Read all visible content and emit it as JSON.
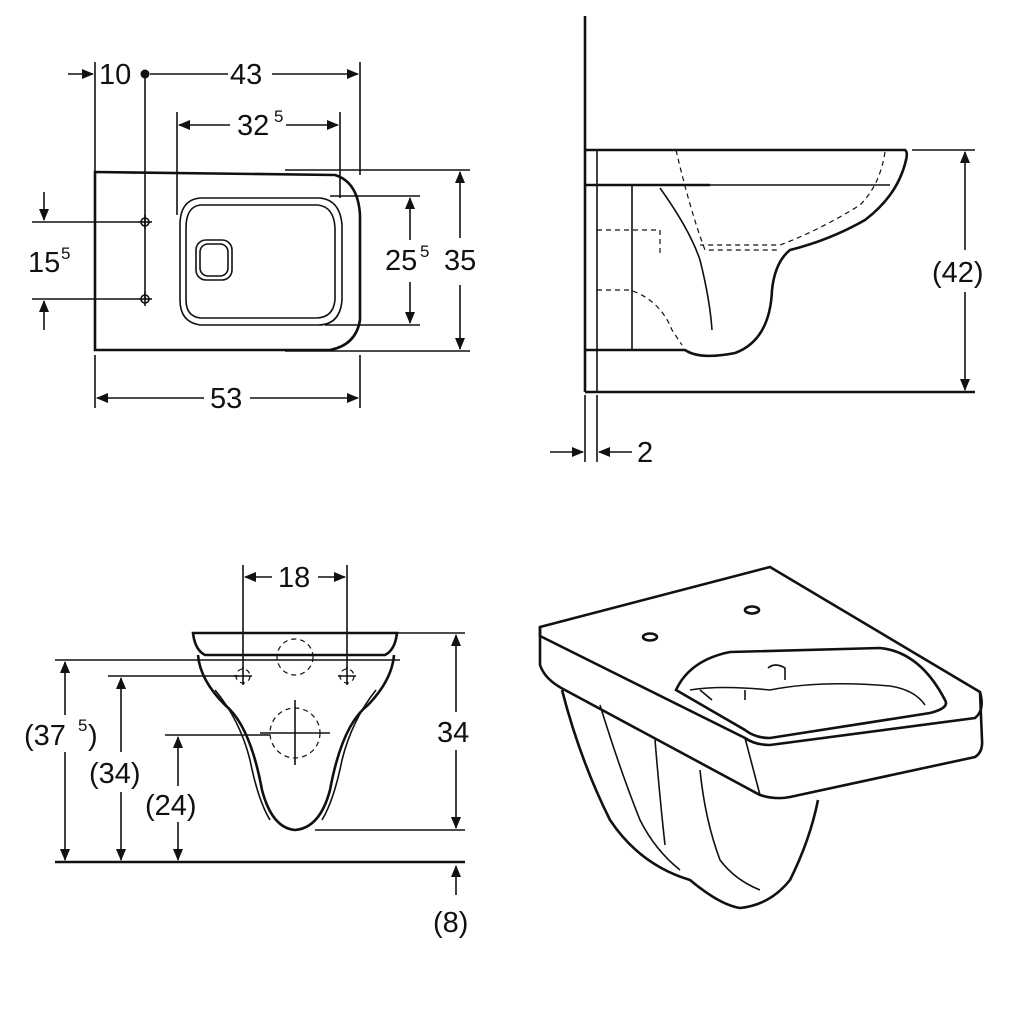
{
  "top_view": {
    "dim_10": "10",
    "dim_43": "43",
    "dim_32_5_main": "32",
    "dim_32_5_sup": "5",
    "dim_15_5_main": "15",
    "dim_15_5_sup": "5",
    "dim_25_5_main": "25",
    "dim_25_5_sup": "5",
    "dim_35": "35",
    "dim_53": "53"
  },
  "side_view": {
    "dim_42": "(42)",
    "dim_2": "2"
  },
  "front_view": {
    "dim_18": "18",
    "dim_37_5_open": "(37",
    "dim_37_5_sup": "5",
    "dim_37_5_close": ")",
    "dim_34_paren": "(34)",
    "dim_24": "(24)",
    "dim_34": "34",
    "dim_8": "(8)"
  }
}
